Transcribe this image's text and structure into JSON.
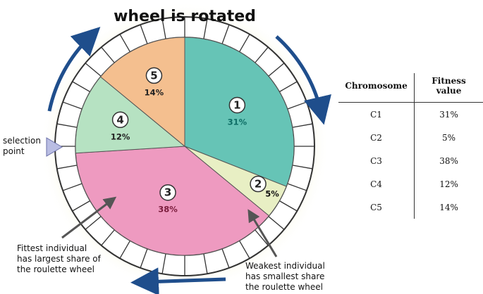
{
  "title": "wheel is rotated",
  "colors": {
    "accent_arrow": "#1f4e8c",
    "pointer": "#b9bde3"
  },
  "selection_point": [
    "selection",
    "point"
  ],
  "segments": [
    {
      "num": "1",
      "pct": "31%",
      "value": 31,
      "color": "#66c4b6",
      "pct_color": "#0e6e66"
    },
    {
      "num": "2",
      "pct": "5%",
      "value": 5,
      "color": "#e8efc4",
      "pct_color": "#111111"
    },
    {
      "num": "3",
      "pct": "38%",
      "value": 38,
      "color": "#ee9ac0",
      "pct_color": "#7a1c3c"
    },
    {
      "num": "4",
      "pct": "12%",
      "value": 12,
      "color": "#b6e2c2",
      "pct_color": "#222222"
    },
    {
      "num": "5",
      "pct": "14%",
      "value": 14,
      "color": "#f4bf8f",
      "pct_color": "#222222"
    }
  ],
  "annotations": {
    "fittest": [
      "Fittest individual",
      "has largest share of",
      "the roulette wheel"
    ],
    "weakest": [
      "Weakest individual",
      "has smallest share",
      "the roulette wheel"
    ]
  },
  "table": {
    "headers": [
      "Chromosome",
      "Fitness value"
    ],
    "rows": [
      [
        "C1",
        "31%"
      ],
      [
        "C2",
        "5%"
      ],
      [
        "C3",
        "38%"
      ],
      [
        "C4",
        "12%"
      ],
      [
        "C5",
        "14%"
      ]
    ]
  }
}
